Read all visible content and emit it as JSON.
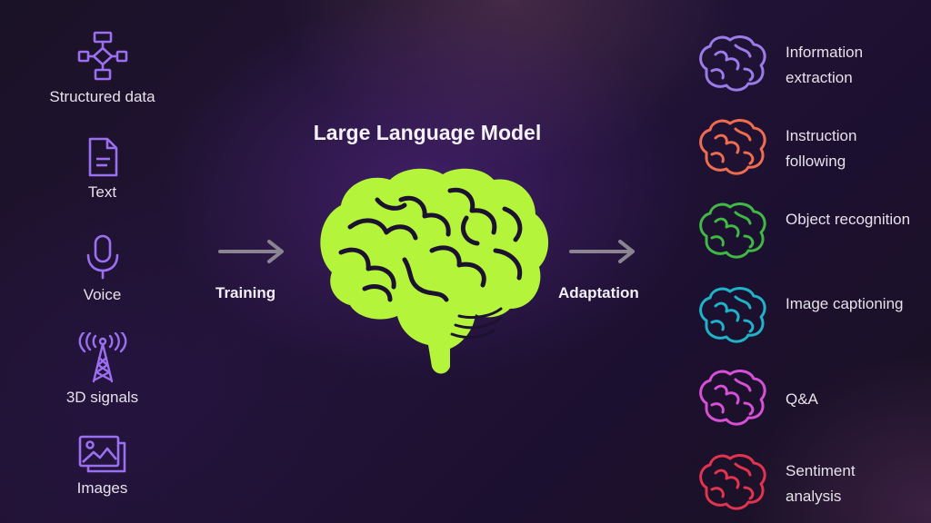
{
  "title": "Large Language Model",
  "inputs": [
    {
      "label": "Structured data",
      "icon": "flowchart-icon"
    },
    {
      "label": "Text",
      "icon": "document-icon"
    },
    {
      "label": "Voice",
      "icon": "microphone-icon"
    },
    {
      "label": "3D signals",
      "icon": "antenna-tower-icon"
    },
    {
      "label": "Images",
      "icon": "images-icon"
    }
  ],
  "training_label": "Training",
  "adaptation_label": "Adaptation",
  "outputs": [
    {
      "label": "Information extraction",
      "color": "#9b7be8"
    },
    {
      "label": "Instruction following",
      "color": "#ef6d4f"
    },
    {
      "label": "Object recognition",
      "color": "#3fb944"
    },
    {
      "label": "Image captioning",
      "color": "#1fb3c9"
    },
    {
      "label": "Q&A",
      "color": "#d64fd6"
    },
    {
      "label": "Sentiment analysis",
      "color": "#e2334f"
    }
  ],
  "colors": {
    "icon_purple": "#9a6ff0",
    "brain_green": "#b4f53c",
    "arrow_gray": "#8a8590"
  }
}
